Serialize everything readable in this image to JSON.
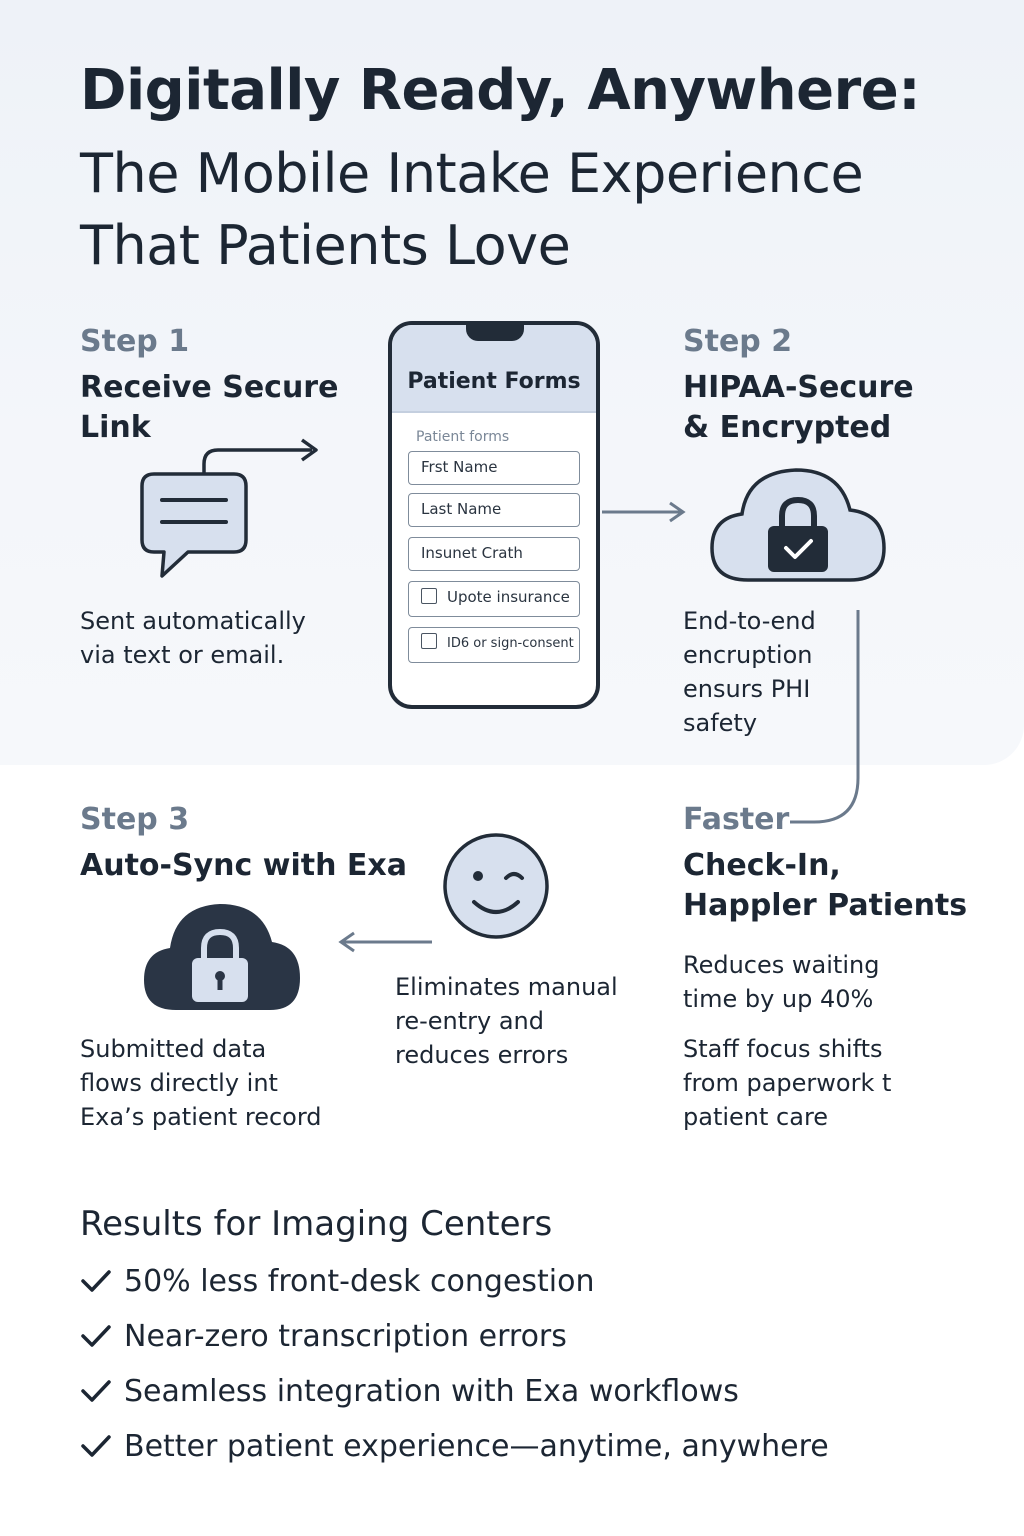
{
  "header": {
    "title_line1": "Digitally Ready, Anywhere:",
    "title_line2": "The Mobile Intake Experience",
    "title_line3": "That Patients Love"
  },
  "step1": {
    "label": "Step 1",
    "heading_line1": "Receive Secure",
    "heading_line2": "Link",
    "desc_line1": "Sent automatically",
    "desc_line2": "via text or email.",
    "icon": "chat-bubble-icon"
  },
  "phone": {
    "title": "Patient Forms",
    "caption": "Patient forms",
    "fields": [
      "Frst Name",
      "Last Name",
      "Insunet Crath"
    ],
    "checkboxes": [
      "Upote insurance",
      "ID6 or sign-consent"
    ]
  },
  "step2": {
    "label": "Step 2",
    "heading_line1": "HIPAA-Secure",
    "heading_line2": "& Encrypted",
    "desc_lines": [
      "End-to-end",
      "encruption",
      "ensurs PHI",
      "safety"
    ],
    "icon": "cloud-lock-check-icon"
  },
  "step3": {
    "label": "Step 3",
    "heading": "Auto-Sync with Exa",
    "desc_lines": [
      "Submitted data",
      "flows directly int",
      "Exa’s patient record"
    ],
    "icon": "cloud-lock-icon"
  },
  "middle": {
    "desc_lines": [
      "Eliminates manual",
      "re-entry and",
      "reduces errors"
    ],
    "icon": "smiley-wink-icon"
  },
  "faster": {
    "label": "Faster",
    "heading_line1": "Check-In,",
    "heading_line2": "Happler Patients",
    "desc1_lines": [
      "Reduces waiting",
      "time by up 40%"
    ],
    "desc2_lines": [
      "Staff focus shifts",
      "from paperwork t",
      "patient care"
    ]
  },
  "results": {
    "title": "Results for Imaging Centers",
    "items": [
      "50% less front-desk congestion",
      "Near-zero transcription errors",
      "Seamless integration with Exa workflows",
      "Better patient experience—anytime, anywhere"
    ]
  },
  "colors": {
    "dark": "#1c2633",
    "muted": "#6b7a8c",
    "icon_fill": "#d7e0ee",
    "icon_dark": "#2a3545"
  }
}
